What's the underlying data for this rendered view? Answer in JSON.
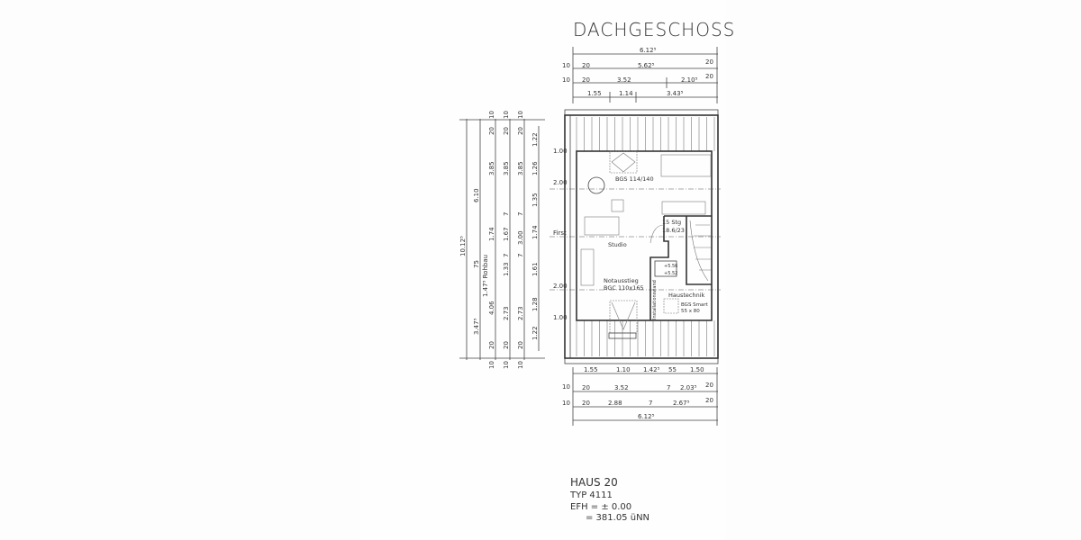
{
  "title": "DACHGESCHOSS",
  "top_dims": {
    "overall": "6.12⁵",
    "row1": [
      "10",
      "20",
      "5.62⁵",
      "20"
    ],
    "row2": [
      "10",
      "20",
      "3.52",
      "2.10⁵",
      "20"
    ],
    "row3": [
      "1.55",
      "1.14",
      "3.43⁵"
    ]
  },
  "bottom_dims": {
    "row1": [
      "1.55",
      "1.10",
      "1.42⁵",
      "55",
      "1.50"
    ],
    "row2": [
      "10",
      "20",
      "3.52",
      "7",
      "2.03⁵",
      "20"
    ],
    "row3": [
      "10",
      "20",
      "2.88",
      "7",
      "2.67⁵",
      "20"
    ],
    "overall": "6.12⁵"
  },
  "left_dims": {
    "col1": [
      "10.12⁵"
    ],
    "col2": [
      "6.10",
      "75",
      "1.47⁵ Rohbau",
      "3.47⁵"
    ],
    "col3": [
      "20",
      "3.85",
      "1.74",
      "4.06",
      "20"
    ],
    "col4": [
      "20",
      "3.85",
      "7",
      "1.67",
      "7",
      "1.33",
      "2.73",
      "20"
    ],
    "col5": [
      "20",
      "3.85",
      "7",
      "3.00",
      "7",
      "2.73",
      "20"
    ],
    "col6": [
      "1.22",
      "1.26",
      "1.35",
      "1.74",
      "1.61",
      "1.28",
      "1.22"
    ],
    "ends": [
      "10",
      "10",
      "10"
    ]
  },
  "height_marks": [
    "1.00",
    "2.00",
    "First",
    "2.00",
    "1.00"
  ],
  "rooms": {
    "window_top": "BGS 114/140",
    "stairs": "15 Stg",
    "stairs_ratio": "18.6/23",
    "studio": "Studio",
    "exit": "Notausstieg",
    "exit_window": "BGC 110x165",
    "level1": "+5.56",
    "level2": "+5.52",
    "tech": "Haustechnik",
    "tech_window": "BGS Smart",
    "tech_size": "55 x 80",
    "wall": "Installationswand"
  },
  "info": {
    "house": "HAUS 20",
    "type": "TYP 4111",
    "efh": "EFH = ± 0.00",
    "nn": "= 381.05 üNN"
  }
}
